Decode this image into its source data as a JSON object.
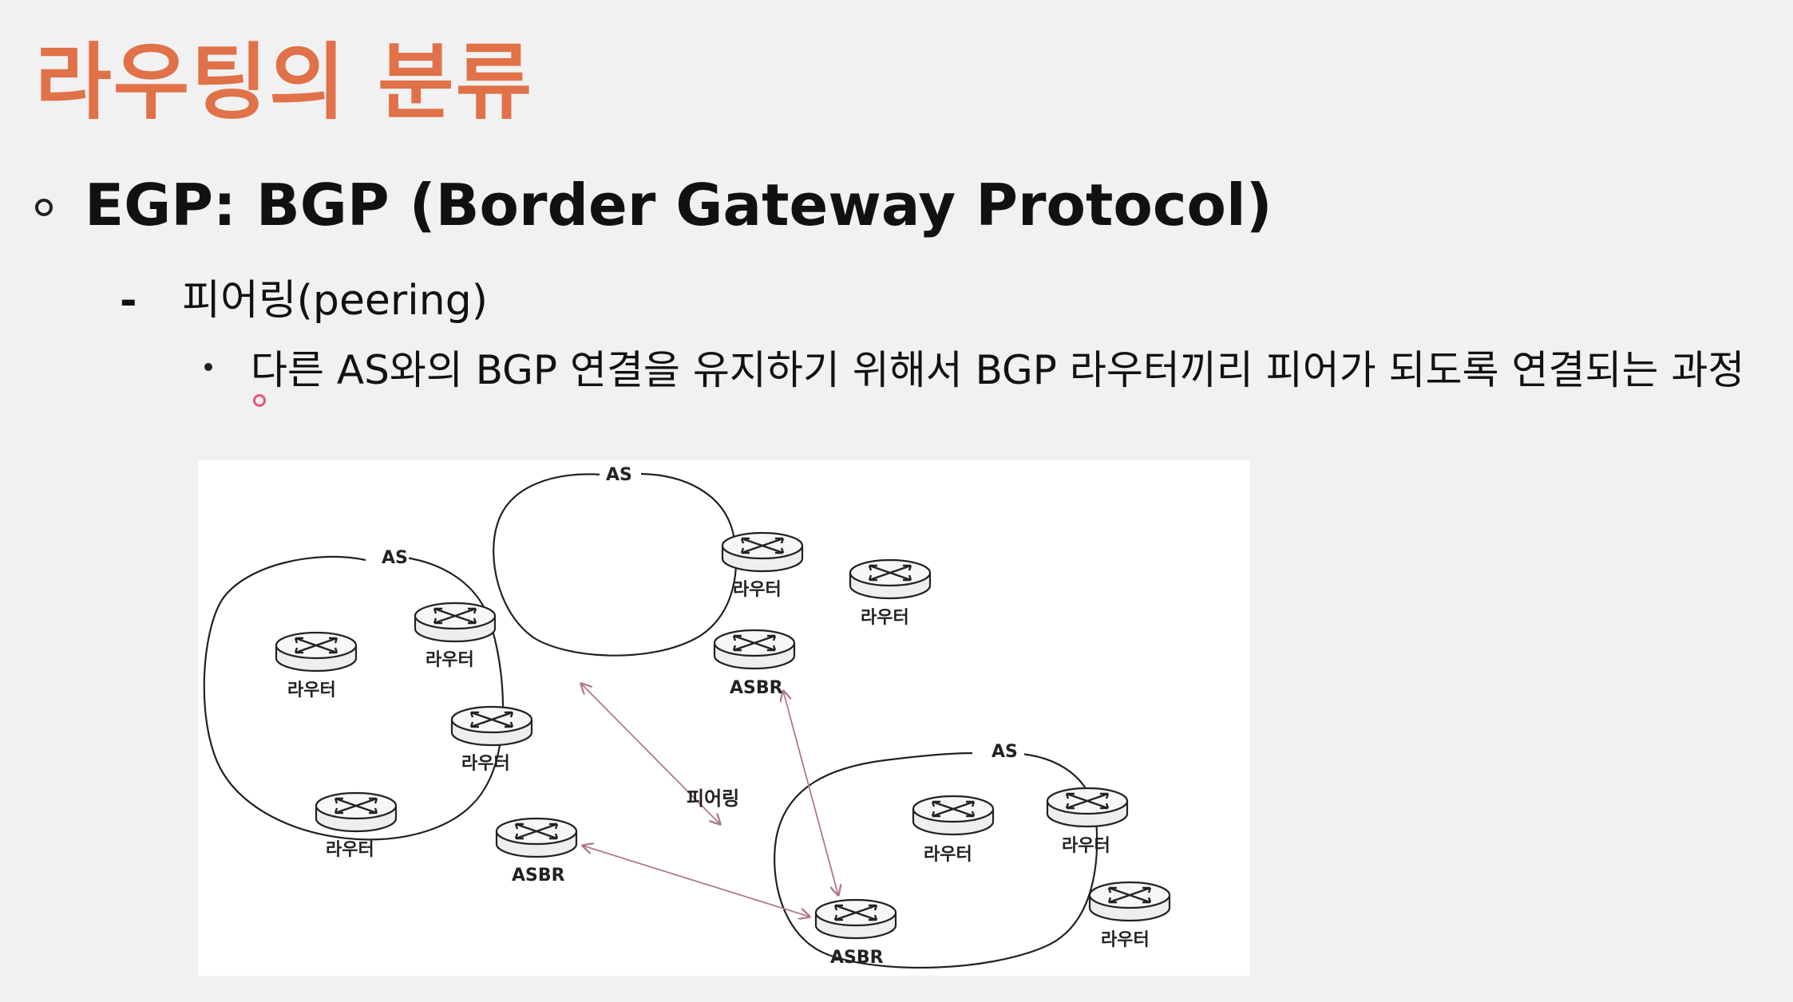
{
  "slide": {
    "title": "라우팅의 분류",
    "bullet1": "EGP: BGP (Border Gateway Protocol)",
    "bullet2": "피어링(peering)",
    "bullet3": "다른 AS와의 BGP 연결을 유지하기 위해서 BGP 라우터끼리 피어가 되도록 연결되는 과정"
  },
  "diagram": {
    "as_label": "AS",
    "router_label": "라우터",
    "asbr_label": "ASBR",
    "peering_label": "피어링",
    "colors": {
      "title": "#e07148",
      "peering_arrow": "#b07a8a",
      "outline": "#222222"
    }
  }
}
